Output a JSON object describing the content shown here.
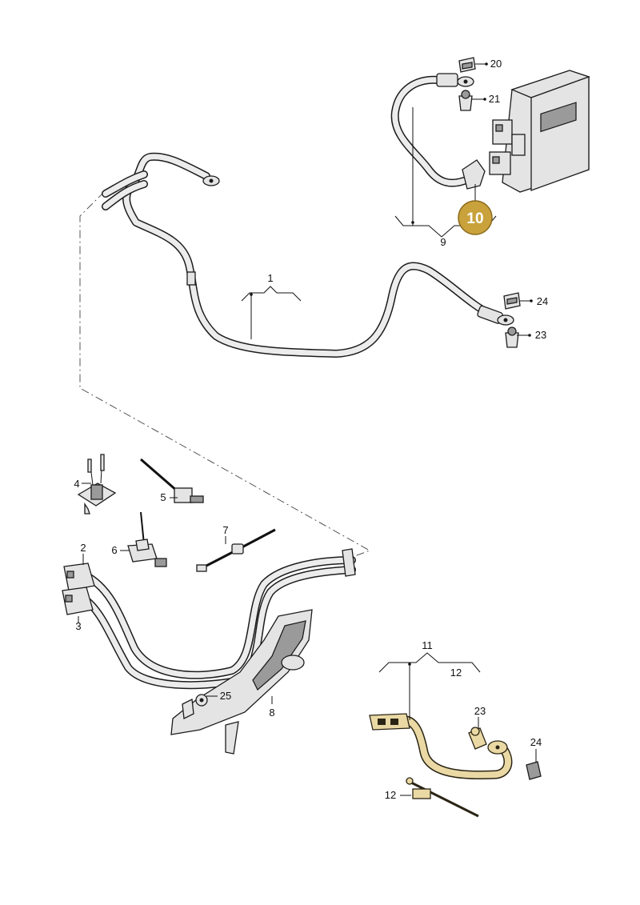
{
  "callouts": {
    "c1": "1",
    "c2": "2",
    "c3": "3",
    "c4": "4",
    "c5": "5",
    "c6": "6",
    "c7": "7",
    "c8": "8",
    "c9": "9",
    "c11": "11",
    "c12a": "12",
    "c12b": "12",
    "c20": "20",
    "c21": "21",
    "c23a": "23",
    "c23b": "23",
    "c24a": "24",
    "c24b": "24",
    "c25": "25"
  },
  "badge": {
    "label": "10",
    "color": "#c9a23c"
  },
  "colors": {
    "highlight": "#ead9a4",
    "line": "#1c1c1c"
  }
}
